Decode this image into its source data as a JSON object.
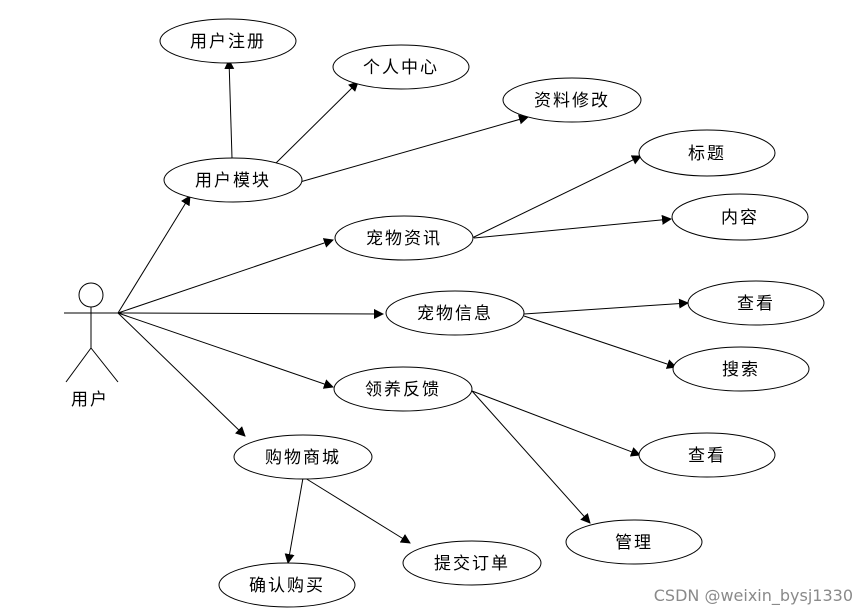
{
  "actor": {
    "label": "用户"
  },
  "nodes": {
    "user_module": "用户模块",
    "register": "用户注册",
    "personal_center": "个人中心",
    "profile_edit": "资料修改",
    "pet_news": "宠物资讯",
    "title": "标题",
    "content": "内容",
    "pet_info": "宠物信息",
    "info_view": "查看",
    "search": "搜索",
    "adoption_feedback": "领养反馈",
    "feedback_view": "查看",
    "manage": "管理",
    "shop": "购物商城",
    "submit_order": "提交订单",
    "confirm_purchase": "确认购买"
  },
  "watermark": "CSDN @weixin_bysj1330"
}
